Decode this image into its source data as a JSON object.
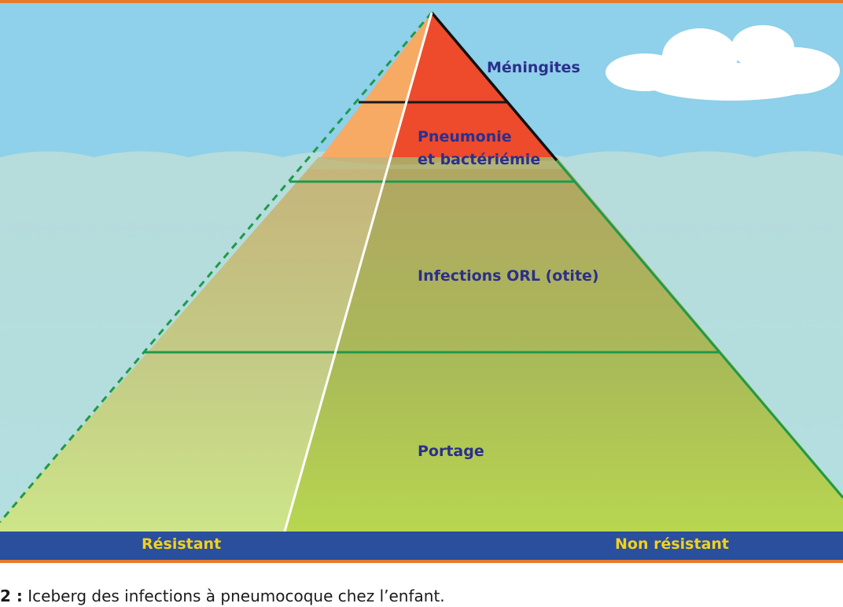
{
  "diagram": {
    "levels": [
      {
        "id": "meningites",
        "label": "Méningites"
      },
      {
        "id": "pneumonie",
        "label_line1": "Pneumonie",
        "label_line2": "et bactériémie"
      },
      {
        "id": "orl",
        "label": "Infections ORL (otite)"
      },
      {
        "id": "portage",
        "label": "Portage"
      }
    ],
    "base": {
      "left_label": "Résistant",
      "right_label": "Non résistant"
    },
    "colors": {
      "sky": "#8fd0ea",
      "water": "#b9dedb",
      "apex_red": "#ee4a2c",
      "apex_orange": "#f6aa64",
      "band_bar": "#2a4f9c",
      "orange_rule": "#e77b2b",
      "green_line": "#1f9a4a",
      "label_blue": "#2b2f8c",
      "label_yellow": "#f2d11c"
    }
  },
  "caption": {
    "number": "2 :",
    "text": " Iceberg des infections à pneumocoque chez l’enfant."
  }
}
